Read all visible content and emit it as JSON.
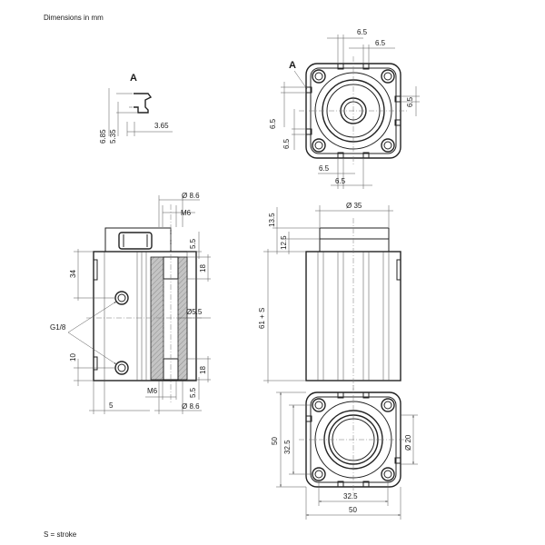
{
  "header": {
    "units_note": "Dimensions in mm"
  },
  "footer": {
    "stroke_note": "S = stroke"
  },
  "detail_a": {
    "label": "A",
    "dims": {
      "d685": "6.85",
      "d535": "5.35",
      "d365": "3.65"
    }
  },
  "front_view": {
    "label": "A",
    "dims": {
      "top1": "6.5",
      "top2": "6.5",
      "left1": "6.5",
      "left2": "6.5",
      "right1": "6.5",
      "bot1": "6.5",
      "bot2": "6.5"
    }
  },
  "section_view": {
    "dims": {
      "dia86_top": "Ø 8.6",
      "m6_top": "M6",
      "d55_top": "5.5",
      "d18_top": "18",
      "d34": "34",
      "dia55": "Ø5.5",
      "port": "G1/8",
      "d10": "10",
      "d18_bot": "18",
      "m6_bot": "M6",
      "d55_bot": "5.5",
      "d5": "5",
      "dia86_bot": "Ø 8.6"
    }
  },
  "side_view": {
    "dims": {
      "d135": "13.5",
      "d125": "12.5",
      "dia35": "Ø 35",
      "d61s": "61 + S"
    }
  },
  "bottom_view": {
    "dims": {
      "d50v": "50",
      "d325v": "32.5",
      "dia20": "Ø 20",
      "d325h": "32.5",
      "d50h": "50"
    }
  }
}
